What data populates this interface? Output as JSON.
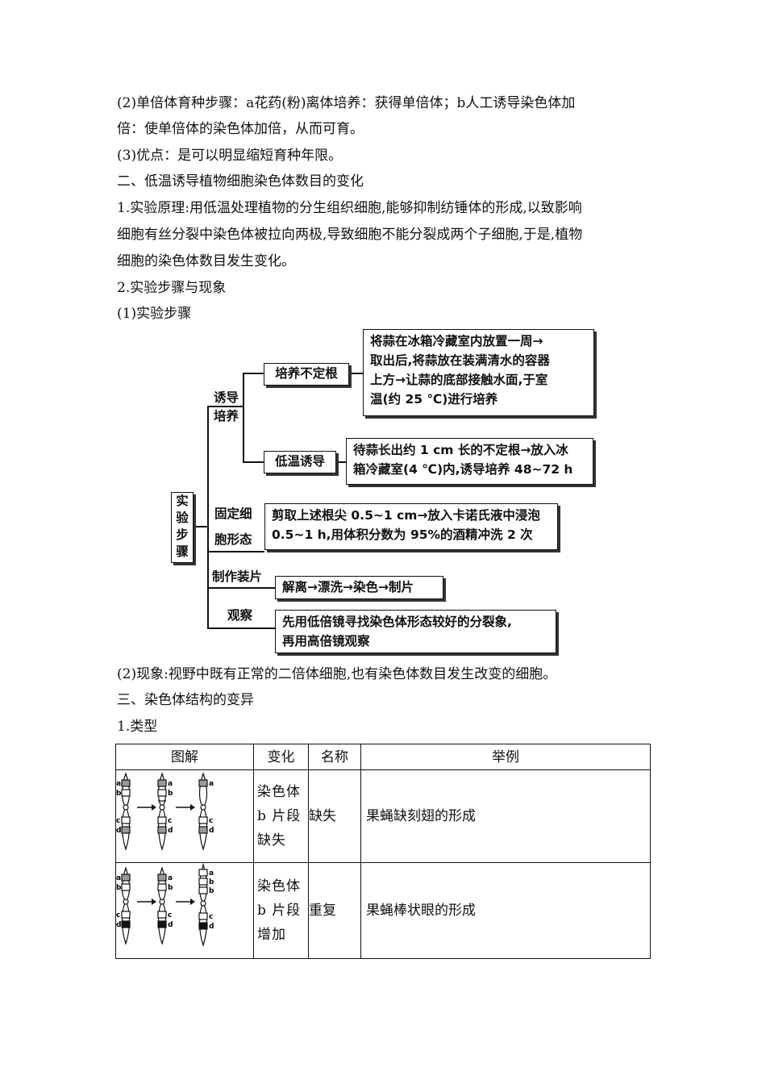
{
  "paragraphs": {
    "p1": "(2)单倍体育种步骤：a花药(粉)离体培养：获得单倍体；b人工诱导染色体加",
    "p1b": "倍：使单倍体的染色体加倍，从而可育。",
    "p2": "(3)优点：是可以明显缩短育种年限。",
    "h2": "二、低温诱导植物细胞染色体数目的变化",
    "p3a": "1.实验原理:用低温处理植物的分生组织细胞,能够抑制纺锤体的形成,以致影响",
    "p3b": "细胞有丝分裂中染色体被拉向两极,导致细胞不能分裂成两个子细胞,于是,植物",
    "p3c": "细胞的染色体数目发生变化。",
    "p4": "2.实验步骤与现象",
    "p5": "(1)实验步骤",
    "p6": "(2)现象:视野中既有正常的二倍体细胞,也有染色体数目发生改变的细胞。",
    "h3": "三、染色体结构的变异",
    "p7": "1.类型"
  },
  "diagram": {
    "root": [
      "实",
      "验",
      "步",
      "骤"
    ],
    "induce": [
      "诱导",
      "培养"
    ],
    "culture": "培养不定根",
    "culture_detail": [
      "将蒜在冰箱冷藏室内放置一周→",
      "取出后,将蒜放在装满清水的容器",
      "上方→让蒜的底部接触水面,于室",
      "温(约 25 ℃)进行培养"
    ],
    "lowtemp": "低温诱导",
    "lowtemp_detail": [
      "待蒜长出约 1 cm 长的不定根→放入冰",
      "箱冷藏室(4 ℃)内,诱导培养 48~72 h"
    ],
    "fix": [
      "固定细",
      "胞形态"
    ],
    "fix_detail": [
      "剪取上述根尖 0.5~1 cm→放入卡诺氏液中浸泡",
      "0.5~1 h,用体积分数为 95%的酒精冲洗 2 次"
    ],
    "slide": "制作装片",
    "slide_detail": "解离→漂洗→染色→制片",
    "observe": "观察",
    "observe_detail": [
      "先用低倍镜寻找染色体形态较好的分裂象,",
      "再用高倍镜观察"
    ]
  },
  "table": {
    "headers": [
      "图解",
      "变化",
      "名称",
      "举例"
    ],
    "rows": [
      {
        "change": [
          "染色体",
          "b 片段",
          "缺失"
        ],
        "name": "缺失",
        "example": "果蝇缺刻翅的形成"
      },
      {
        "change": [
          "染色体",
          "b 片段",
          "增加"
        ],
        "name": "重复",
        "example": "果蝇棒状眼的形成"
      }
    ],
    "gene_letters": {
      "a": "a",
      "b": "b",
      "c": "c",
      "d": "d"
    }
  }
}
